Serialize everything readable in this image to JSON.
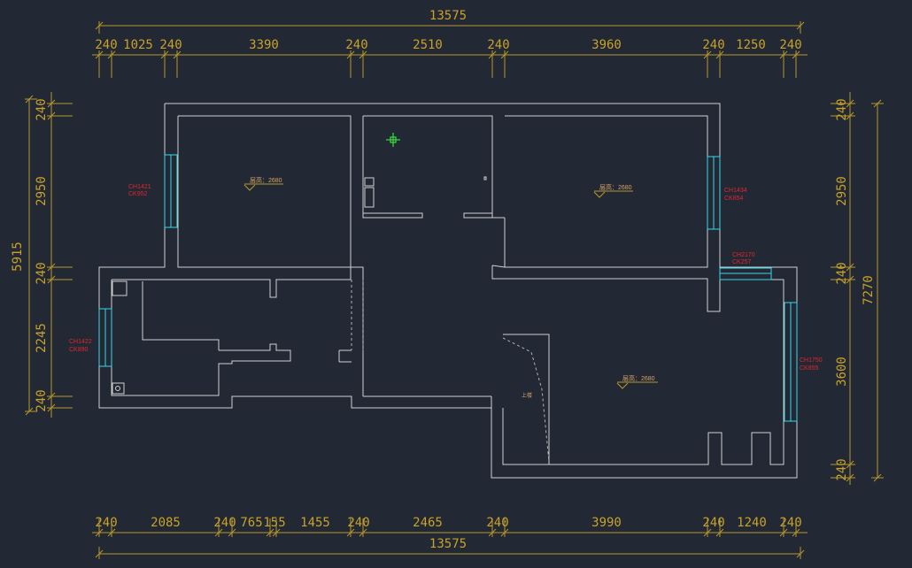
{
  "top": {
    "total": "13575",
    "segments": [
      "240",
      "1025",
      "240",
      "3390",
      "240",
      "2510",
      "240",
      "3960",
      "240",
      "1250",
      "240"
    ]
  },
  "bottom": {
    "total": "13575",
    "segments": [
      "240",
      "2085",
      "240",
      "765",
      "155",
      "1455",
      "240",
      "2465",
      "240",
      "3990",
      "240",
      "1240",
      "240"
    ]
  },
  "left": {
    "total": "5915",
    "segments": [
      "240",
      "2950",
      "240",
      "2245",
      "240"
    ]
  },
  "right": {
    "total": "7270",
    "segments": [
      "240",
      "2950",
      "240",
      "3600",
      "240"
    ]
  },
  "windows": [
    {
      "l1": "CH1421",
      "l2": "CK952"
    },
    {
      "l1": "CH1434",
      "l2": "CK854"
    },
    {
      "l1": "CH2170",
      "l2": "CK257"
    },
    {
      "l1": "CH1422",
      "l2": "CK890"
    },
    {
      "l1": "CH1750",
      "l2": "CK855"
    }
  ],
  "ceilings": [
    "层高：2680",
    "层高：2680",
    "层高：2680"
  ],
  "stair_label": "上楼",
  "colors": {
    "background": "#222935",
    "dimension": "#b8962a",
    "wall": "#d0d0d0",
    "window": "#3ad6e6",
    "window_label": "#e0262b",
    "cursor": "#36e03c"
  }
}
